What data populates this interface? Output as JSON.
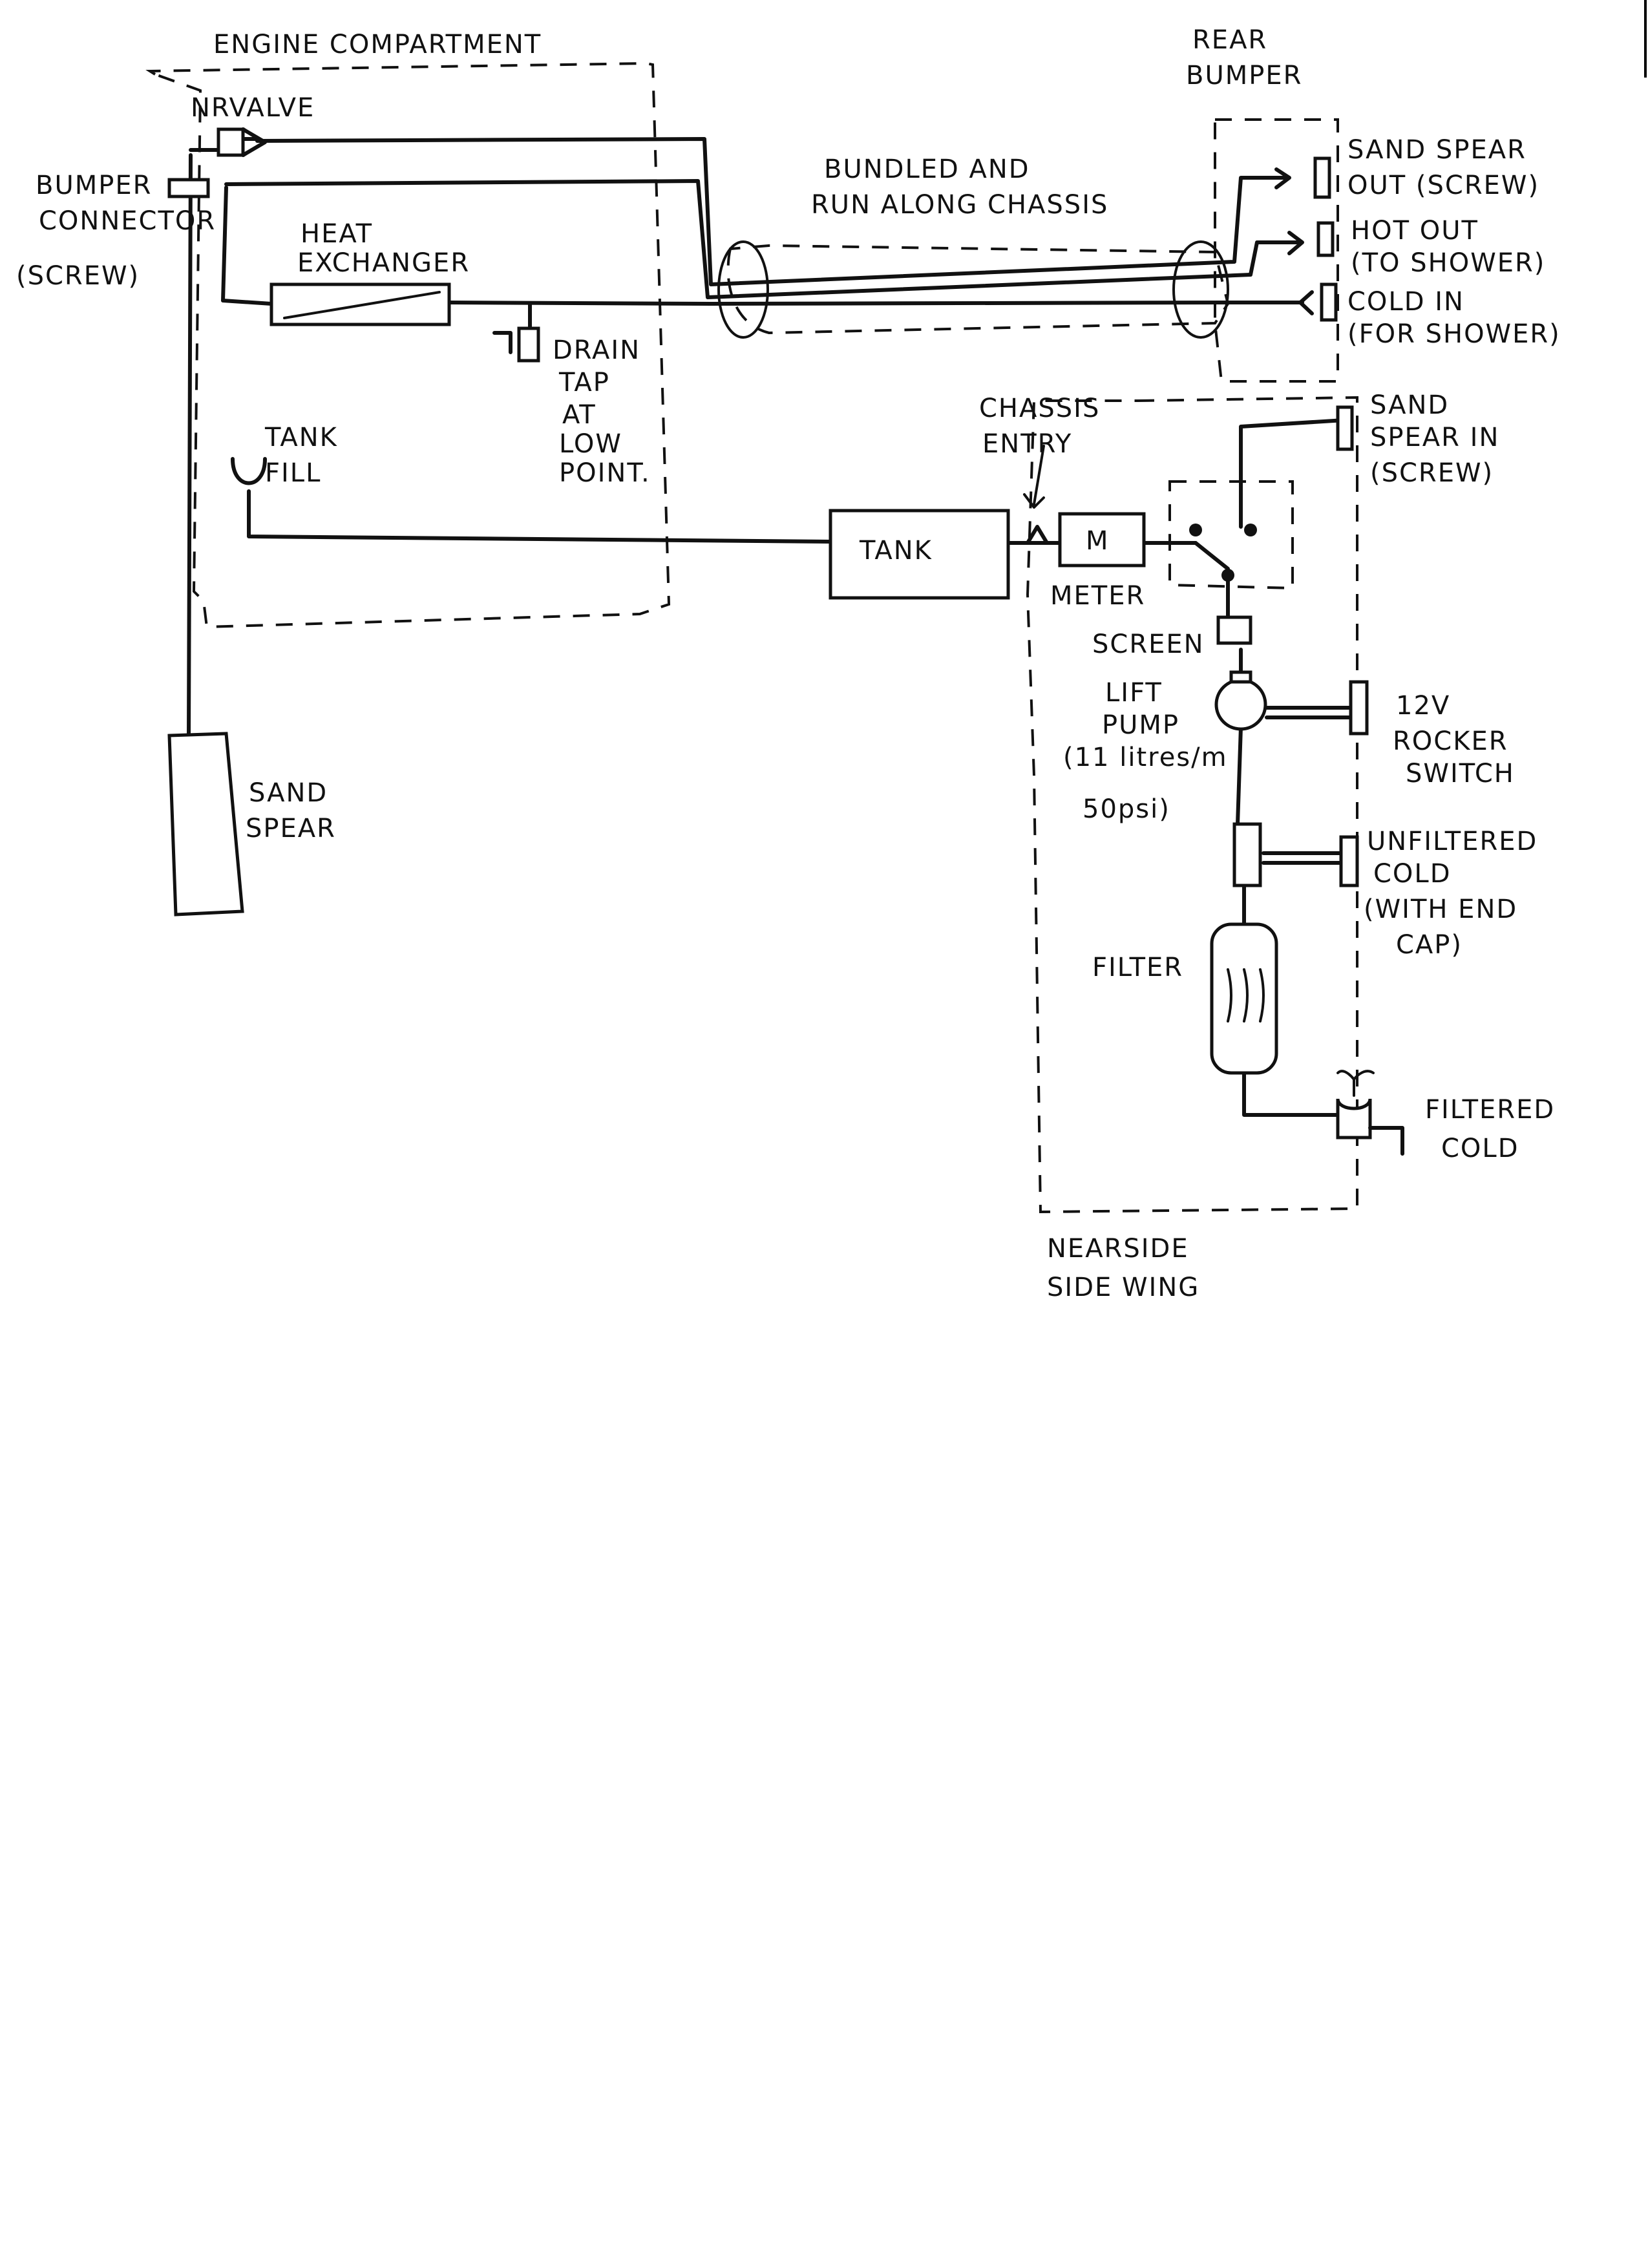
{
  "labels": {
    "engine_compartment": "ENGINE COMPARTMENT",
    "nr_valve": "NRVALVE",
    "bumper_connector_1": "BUMPER",
    "bumper_connector_2": "CONNECTOR",
    "bumper_connector_3": "(SCREW)",
    "heat_exchanger_1": "HEAT",
    "heat_exchanger_2": "EXCHANGER",
    "drain_1": "DRAIN",
    "drain_2": "TAP",
    "drain_3": "AT",
    "drain_4": "LOW",
    "drain_5": "POINT.",
    "tank_fill_1": "TANK",
    "tank_fill_2": "FILL",
    "sand_spear_1": "SAND",
    "sand_spear_2": "SPEAR",
    "bundled_1": "BUNDLED AND",
    "bundled_2": "RUN ALONG CHASSIS",
    "rear_bumper_1": "REAR",
    "rear_bumper_2": "BUMPER",
    "sand_spear_out_1": "SAND SPEAR",
    "sand_spear_out_2": "OUT (SCREW)",
    "hot_out_1": "HOT OUT",
    "hot_out_2": "(TO SHOWER)",
    "cold_in_1": "COLD IN",
    "cold_in_2": "(FOR SHOWER)",
    "chassis_entry_1": "CHASSIS",
    "chassis_entry_2": "ENTRY",
    "sand_spear_in_1": "SAND",
    "sand_spear_in_2": "SPEAR IN",
    "sand_spear_in_3": "(SCREW)",
    "tank": "TANK",
    "meter_symbol": "M",
    "meter": "METER",
    "screen": "SCREEN",
    "lift_pump_1": "LIFT",
    "lift_pump_2": "PUMP",
    "lift_pump_3": "(11 litres/m",
    "lift_pump_4": "50psi)",
    "rocker_1": "12V",
    "rocker_2": "ROCKER",
    "rocker_3": "SWITCH",
    "unfiltered_1": "UNFILTERED",
    "unfiltered_2": "COLD",
    "unfiltered_3": "(WITH END",
    "unfiltered_4": "CAP)",
    "filter": "FILTER",
    "filtered_1": "FILTERED",
    "filtered_2": "COLD",
    "nearside_1": "NEARSIDE",
    "nearside_2": "SIDE WING"
  },
  "colors": {
    "ink": "#111111",
    "paper": "#ffffff"
  }
}
